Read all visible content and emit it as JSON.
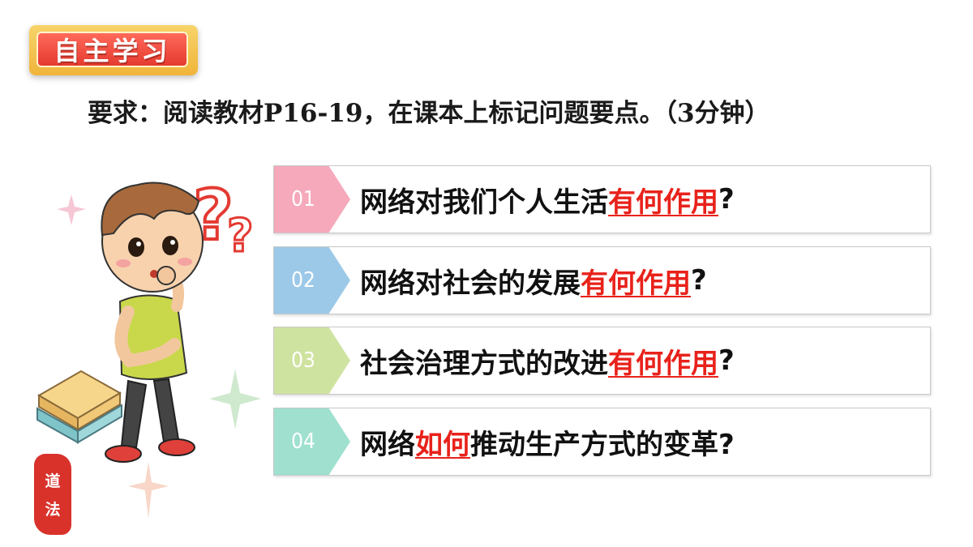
{
  "header": {
    "badge_label": "自主学习"
  },
  "requirement": {
    "text": "要求：阅读教材P16-19，在课本上标记问题要点。（3分钟）"
  },
  "questions": [
    {
      "num": "01",
      "color": "#f5a9bb",
      "prefix": "网络对我们个人生活",
      "highlight": "有何作用",
      "suffix": "?"
    },
    {
      "num": "02",
      "color": "#9cc9e8",
      "prefix": "网络对社会的发展",
      "highlight": "有何作用",
      "suffix": "?"
    },
    {
      "num": "03",
      "color": "#cfe3a0",
      "prefix": "社会治理方式的改进",
      "highlight": "有何作用",
      "suffix": "?"
    },
    {
      "num": "04",
      "color": "#9fe0cf",
      "prefix": "网络",
      "highlight": "如何",
      "suffix": "推动生产方式的变革?"
    }
  ],
  "seal": {
    "line1": "道",
    "line2": "法"
  },
  "colors": {
    "highlight": "#e8221b",
    "badge_red": "#e53a30",
    "badge_gold": "#f0b43a"
  }
}
